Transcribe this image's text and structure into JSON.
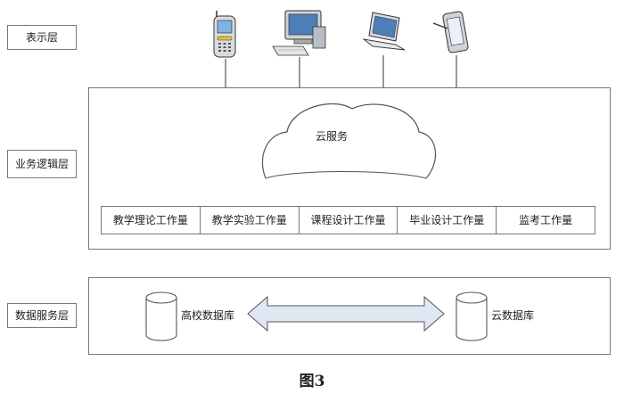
{
  "layers": {
    "presentation": "表示层",
    "business": "业务逻辑层",
    "data": "数据服务层"
  },
  "cloud": {
    "label": "云服务"
  },
  "workloads": [
    "教学理论工作量",
    "教学实验工作量",
    "课程设计工作量",
    "毕业设计工作量",
    "监考工作量"
  ],
  "databases": {
    "local": "高校数据库",
    "cloud": "云数据库"
  },
  "devices": [
    "mobile-phone-icon",
    "desktop-computer-icon",
    "laptop-icon",
    "tablet-icon"
  ],
  "caption": "图3"
}
